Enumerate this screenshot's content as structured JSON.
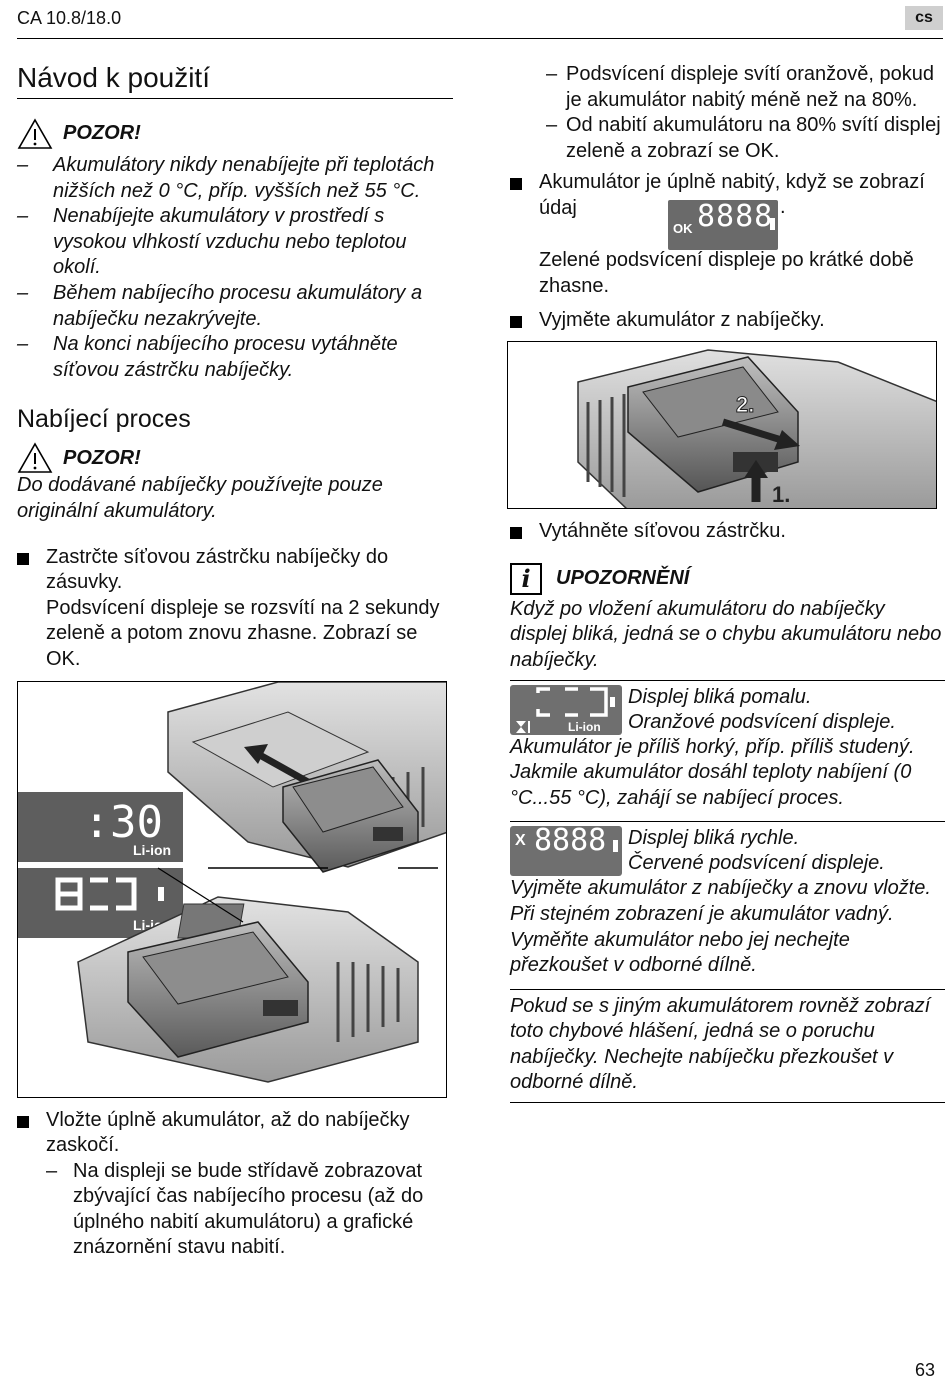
{
  "header": {
    "title": "CA 10.8/18.0",
    "lang": "cs",
    "page_number": "63"
  },
  "left": {
    "h1": "Návod k použití",
    "warning1": {
      "label": "POZOR!",
      "items": [
        "Akumulátory nikdy nenabíjejte při teplotách nižších než 0 °C, příp. vyšších než 55 °C.",
        "Nenabíjejte akumulátory v prostředí s vysokou vlhkostí vzduchu nebo teplotou okolí.",
        "Během nabíjecího procesu akumulátory a nabíječku nezakrývejte.",
        "Na konci nabíjecího procesu vytáhněte síťovou zástrčku nabíječky."
      ]
    },
    "h2": "Nabíjecí proces",
    "warning2": {
      "label": "POZOR!",
      "text": "Do dodávané nabíječky používejte pouze originální akumulátory."
    },
    "step1": "Zastrčte síťovou zástrčku nabíječky do zásuvky.",
    "step1_note": "Podsvícení displeje se rozsvítí na 2 sekundy zeleně a potom znovu zhasne. Zobrazí se OK.",
    "figure1": {
      "display_top": ":30",
      "display_top_label": "Li-ion",
      "display_bottom_label": "Li-ion"
    },
    "step2": "Vložte úplně akumulátor, až do nabíječky zaskočí.",
    "step2_sub": "Na displeji se bude střídavě zobrazovat zbývající čas nabíjecího procesu (až do úplného nabití akumulátoru) a grafické znázornění stavu nabití."
  },
  "right": {
    "dash1": "Podsvícení displeje svítí oranžově, pokud je akumulátor nabitý méně než na 80%.",
    "dash2": "Od nabití akumulátoru na 80% svítí displej zeleně a zobrazí se OK.",
    "step3_a": "Akumulátor je úplně nabitý, když se zobrazí údaj",
    "step3_b": ".",
    "ok_display": {
      "ok": "OK",
      "digits": "8888"
    },
    "step3_note": "Zelené podsvícení displeje po krátké době zhasne.",
    "step4": "Vyjměte akumulátor z nabíječky.",
    "figure2": {
      "label1": "1.",
      "label2": "2."
    },
    "step5": "Vytáhněte síťovou zástrčku.",
    "notice": {
      "label": "UPOZORNĚNÍ",
      "text": "Když po vložení akumulátoru do nabíječky displej bliká, jedná se o chybu akumulátoru nebo nabíječky."
    },
    "case1": {
      "display_label": "Li-ion",
      "line1": "Displej bliká pomalu.",
      "line2": "Oranžové podsvícení displeje.",
      "text": "Akumulátor je příliš horký, příp. příliš studený. Jakmile akumulátor dosáhl teploty nabíjení (0 °C...55 °C), zahájí se nabíjecí proces."
    },
    "case2": {
      "display_x": "X",
      "display_digits": "8888",
      "line1": "Displej bliká rychle.",
      "line2": "Červené podsvícení displeje.",
      "text": "Vyjměte akumulátor z nabíječky a znovu vložte. Při stejném zobrazení je akumulátor vadný. Vyměňte akumulátor nebo jej nechejte přezkoušet v odborné dílně."
    },
    "final": "Pokud se s jiným akumulátorem rovněž zobrazí toto chybové hlášení, jedná se o poruchu nabíječky. Nechejte nabíječku přezkoušet v odborné dílně."
  }
}
